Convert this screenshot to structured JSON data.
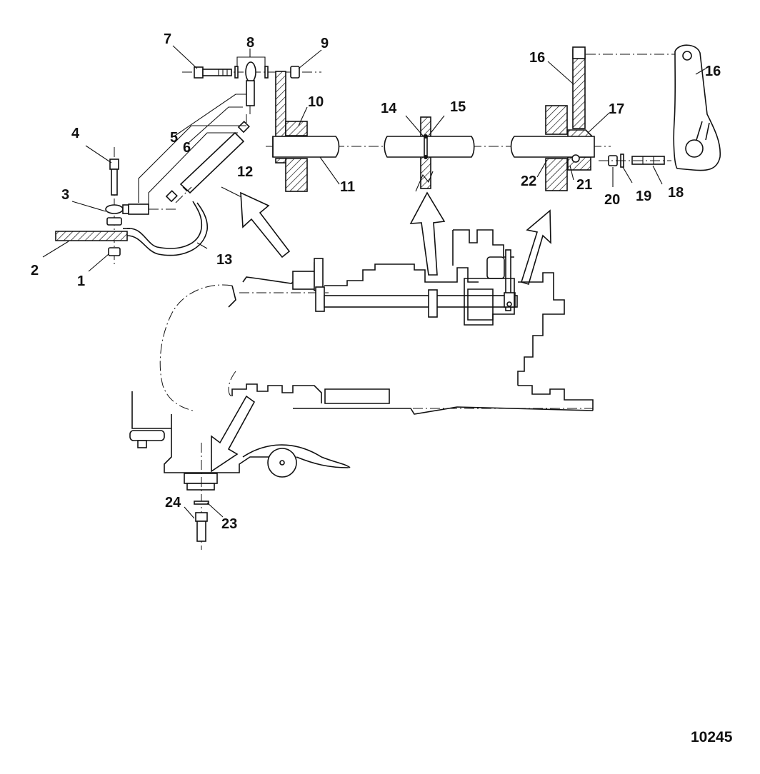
{
  "figure_number": "10245",
  "callouts": [
    {
      "id": "1",
      "label": "1"
    },
    {
      "id": "2",
      "label": "2"
    },
    {
      "id": "3",
      "label": "3"
    },
    {
      "id": "4",
      "label": "4"
    },
    {
      "id": "5",
      "label": "5"
    },
    {
      "id": "6",
      "label": "6"
    },
    {
      "id": "7",
      "label": "7"
    },
    {
      "id": "8",
      "label": "8"
    },
    {
      "id": "9",
      "label": "9"
    },
    {
      "id": "10",
      "label": "10"
    },
    {
      "id": "11",
      "label": "11"
    },
    {
      "id": "12",
      "label": "12"
    },
    {
      "id": "13",
      "label": "13"
    },
    {
      "id": "14",
      "label": "14"
    },
    {
      "id": "15",
      "label": "15"
    },
    {
      "id": "16a",
      "label": "16"
    },
    {
      "id": "16b",
      "label": "16"
    },
    {
      "id": "17",
      "label": "17"
    },
    {
      "id": "18",
      "label": "18"
    },
    {
      "id": "19",
      "label": "19"
    },
    {
      "id": "20",
      "label": "20"
    },
    {
      "id": "21",
      "label": "21"
    },
    {
      "id": "22",
      "label": "22"
    },
    {
      "id": "23",
      "label": "23"
    },
    {
      "id": "24",
      "label": "24"
    }
  ]
}
